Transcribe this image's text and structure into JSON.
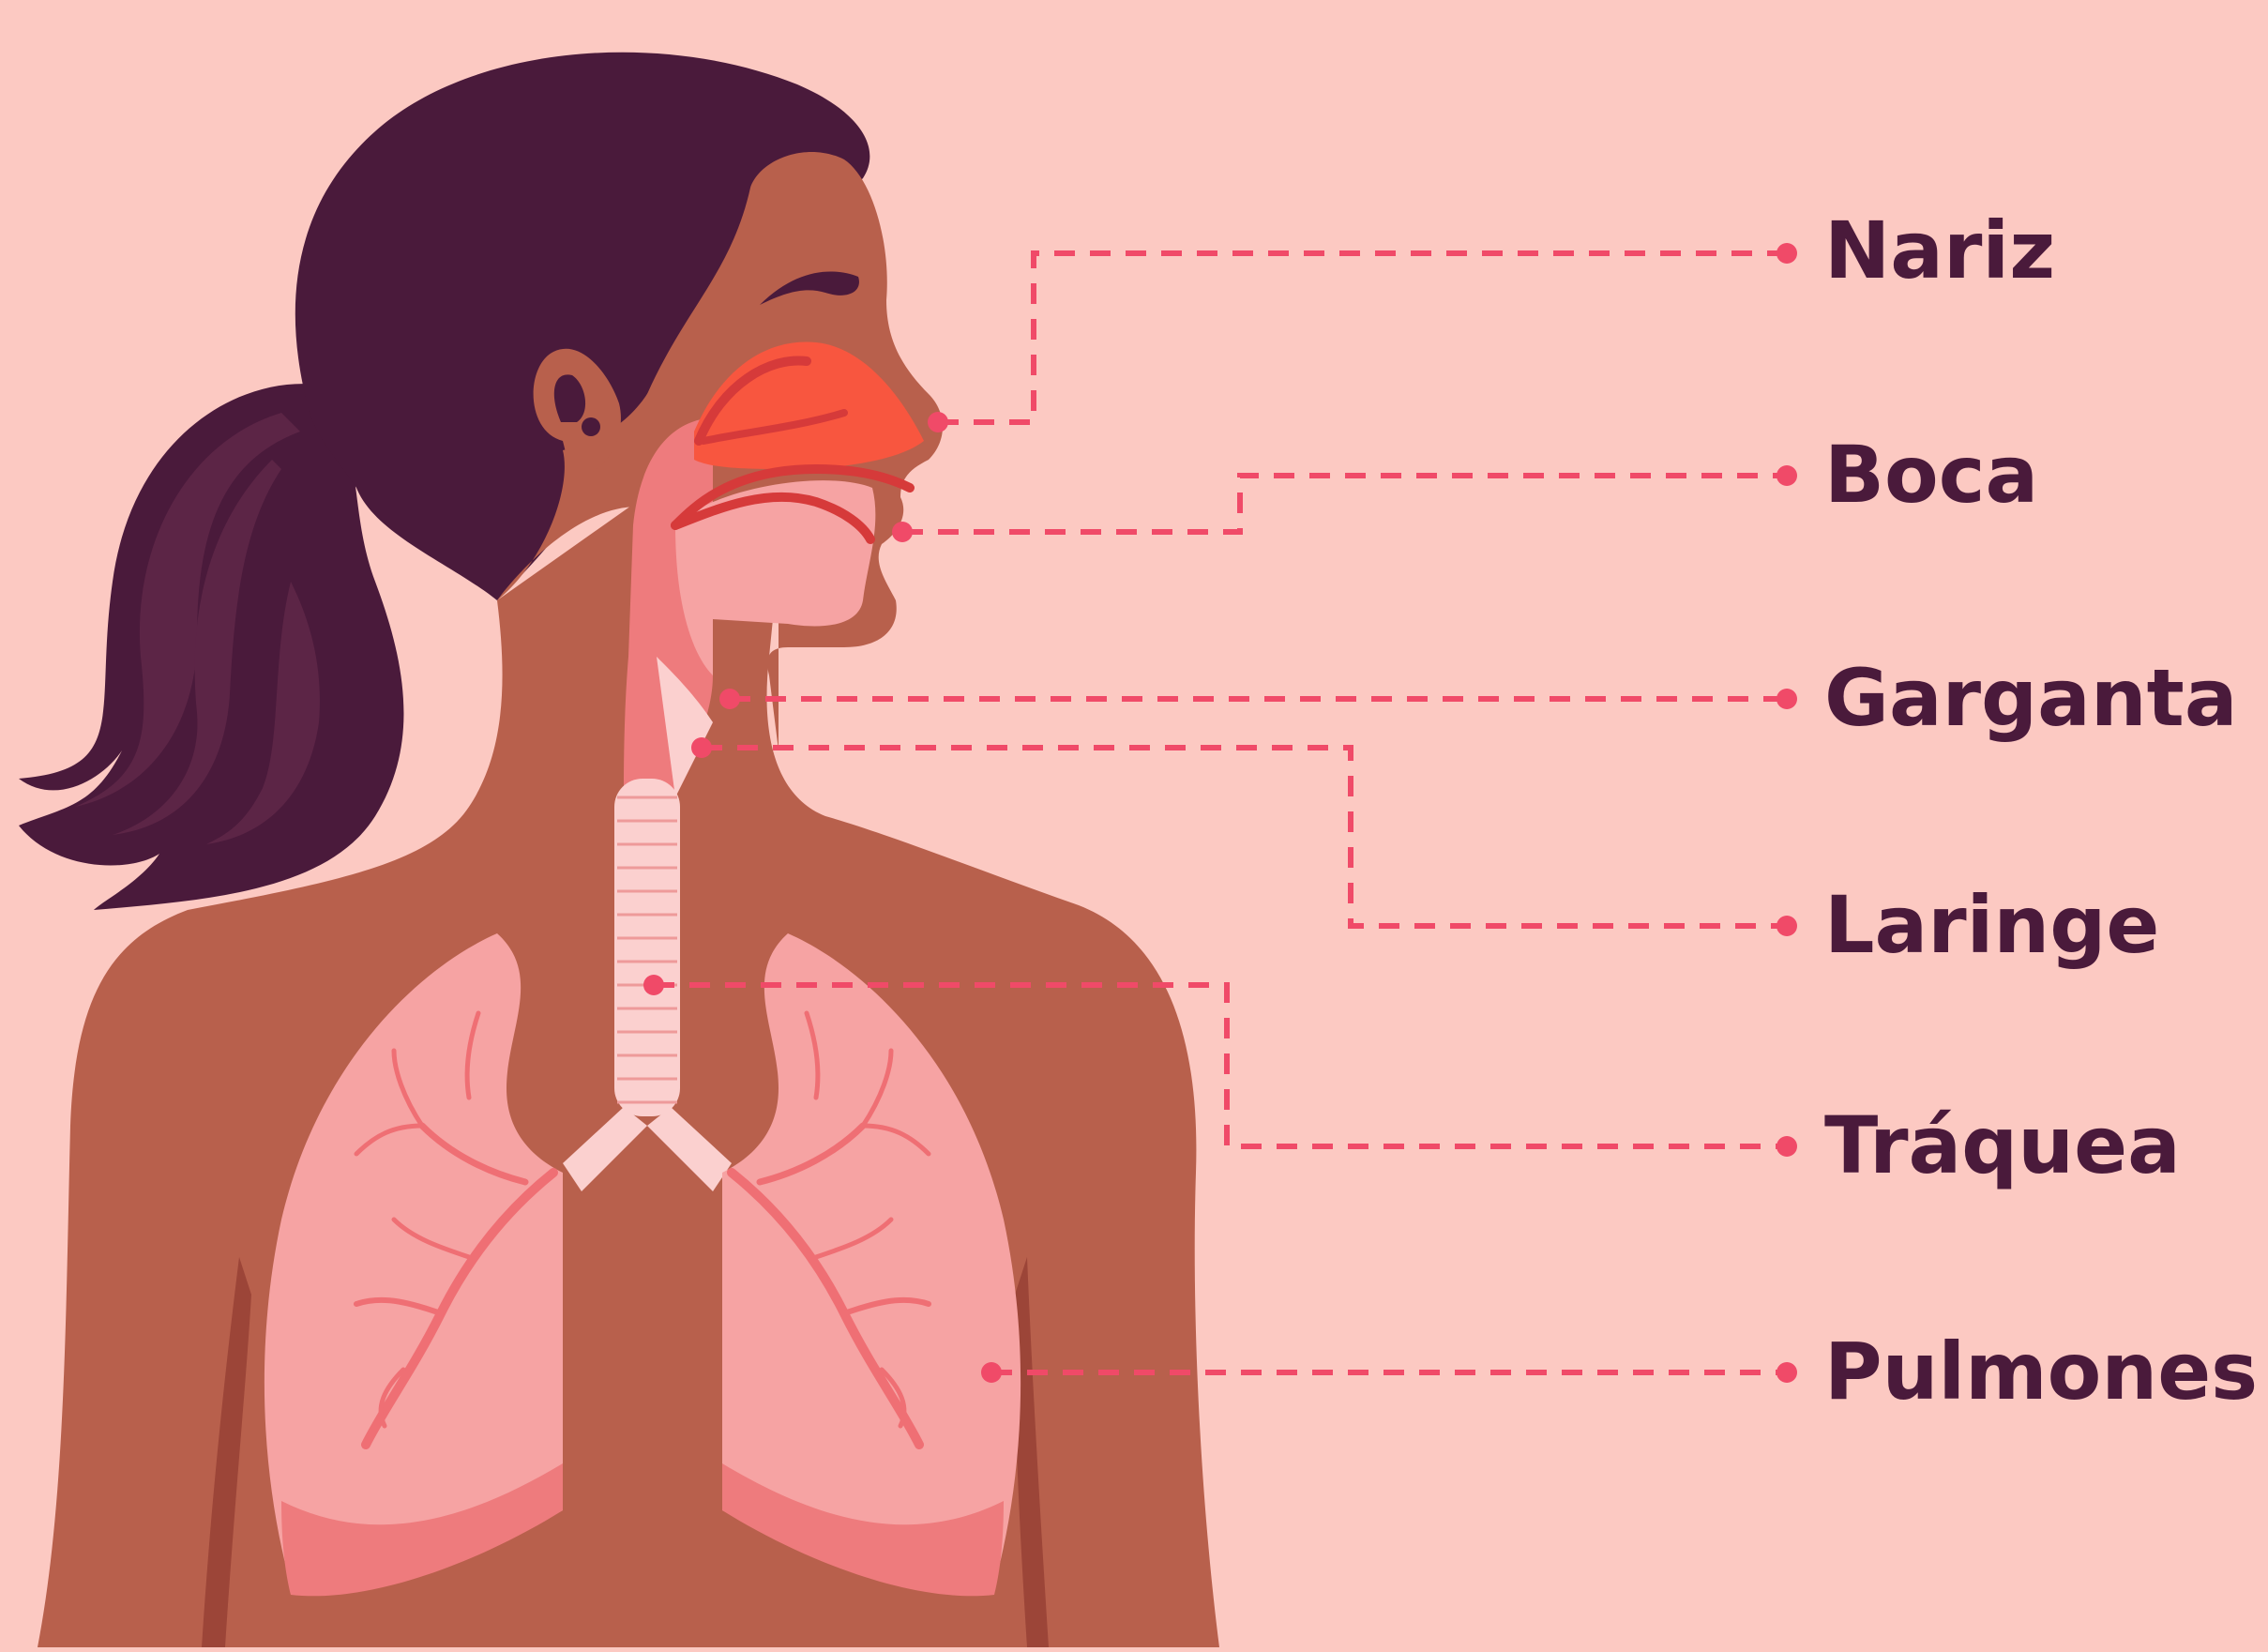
{
  "labels": {
    "nariz": "Nariz",
    "boca": "Boca",
    "garganta": "Garganta",
    "laringe": "Laringe",
    "traquea": "Tráquea",
    "pulmones": "Pulmones"
  },
  "colors": {
    "background": "#fcc9c2",
    "skin": "#b8604c",
    "hair": "#4a1a3b",
    "hair_highlight": "#5c2546",
    "lung": "#f6a3a3",
    "lung_shadow": "#ee7b7d",
    "bronchi": "#ef6f74",
    "trachea_ring": "#fbd0cf",
    "nasal_cavity": "#f8563f",
    "leader_line": "#f04a68",
    "label_text": "#4a1a3b"
  }
}
